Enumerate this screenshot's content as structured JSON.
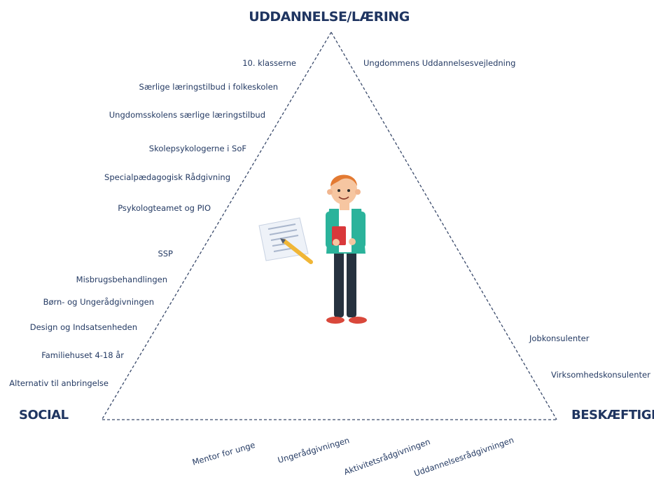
{
  "corners": {
    "top": "UDDANNELSE/LÆRING",
    "left": "SOCIAL",
    "right": "BESKÆFTIGELSE"
  },
  "left_side_labels": [
    "10. klasserne",
    "Særlige læringstilbud i folkeskolen",
    "Ungdomsskolens særlige læringstilbud",
    "Skolepsykologerne i SoF",
    "Specialpædagogisk Rådgivning",
    "Psykologteamet og PIO",
    "SSP",
    "Misbrugsbehandlingen",
    "Børn- og Ungerådgivningen",
    "Design og Indsatsenheden",
    "Familiehuset 4-18 år",
    "Alternativ til anbringelse"
  ],
  "right_side_labels": [
    "Ungdommens Uddannelsesvejledning",
    "Jobkonsulenter",
    "Virksomhedskonsulenter"
  ],
  "bottom_labels": [
    "Mentor for unge",
    "Ungerådgivningen",
    "Aktivitetsrådgivningen",
    "Uddannelsesrådgivningen"
  ],
  "colors": {
    "text": "#243a63",
    "heading": "#1f3561",
    "edge": "#3a4a6b"
  }
}
